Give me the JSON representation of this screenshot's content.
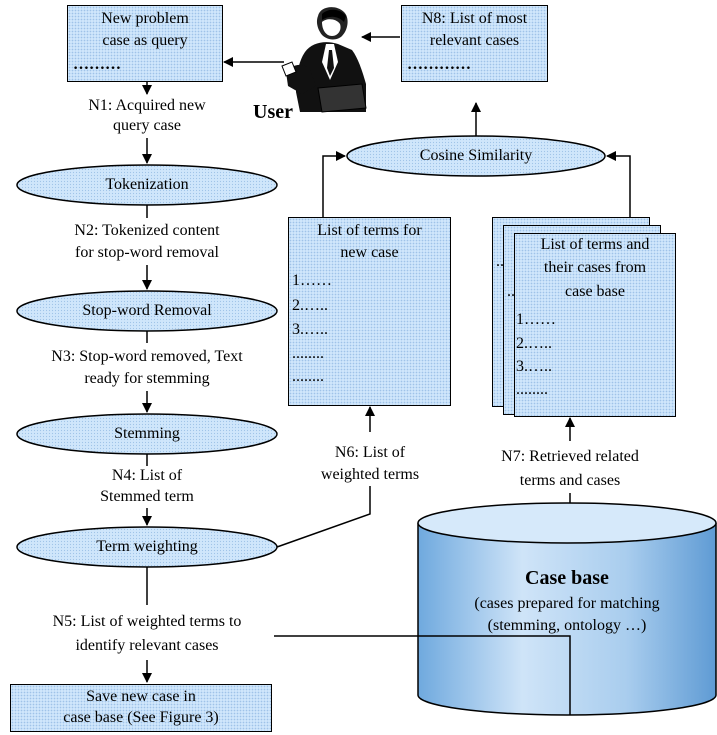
{
  "query_box": {
    "line1": "New problem",
    "line2": "case as query",
    "dots": "………"
  },
  "user_label": "User",
  "n8_box": {
    "line1": "N8: List of most",
    "line2": "relevant cases",
    "dots": "…………"
  },
  "n1": {
    "line1": "N1: Acquired new",
    "line2": "query case"
  },
  "tokenization": "Tokenization",
  "n2": {
    "line1": "N2: Tokenized content",
    "line2": "for stop-word removal"
  },
  "stopword": "Stop-word Removal",
  "n3": {
    "line1": "N3: Stop-word removed, Text",
    "line2": "ready for stemming"
  },
  "stemming": "Stemming",
  "n4": {
    "line1": "N4: List of",
    "line2": "Stemmed term"
  },
  "term_weighting": "Term weighting",
  "n5": {
    "line1": "N5: List of weighted terms to",
    "line2": "identify relevant cases"
  },
  "save_box": {
    "line1": "Save new case in",
    "line2": "case base (See Figure 3)"
  },
  "cosine": "Cosine Similarity",
  "terms_new": {
    "line1": "List of terms for",
    "line2": "new case",
    "items": [
      "1……",
      "2.…..",
      "3.…..",
      "........",
      "........"
    ]
  },
  "terms_cases": {
    "line1": "List of terms and",
    "line2": "their cases from",
    "line3": "case base",
    "items": [
      "1……",
      "2.…..",
      "3.…..",
      "........"
    ],
    "back_dots1": "..",
    "back_dots2": ".."
  },
  "n6": {
    "line1": "N6: List of",
    "line2": "weighted terms"
  },
  "n7": {
    "line1": "N7: Retrieved related",
    "line2": "terms and cases"
  },
  "case_base": {
    "title": "Case base",
    "line1": "(cases prepared for matching",
    "line2": "(stemming, ontology …)"
  }
}
